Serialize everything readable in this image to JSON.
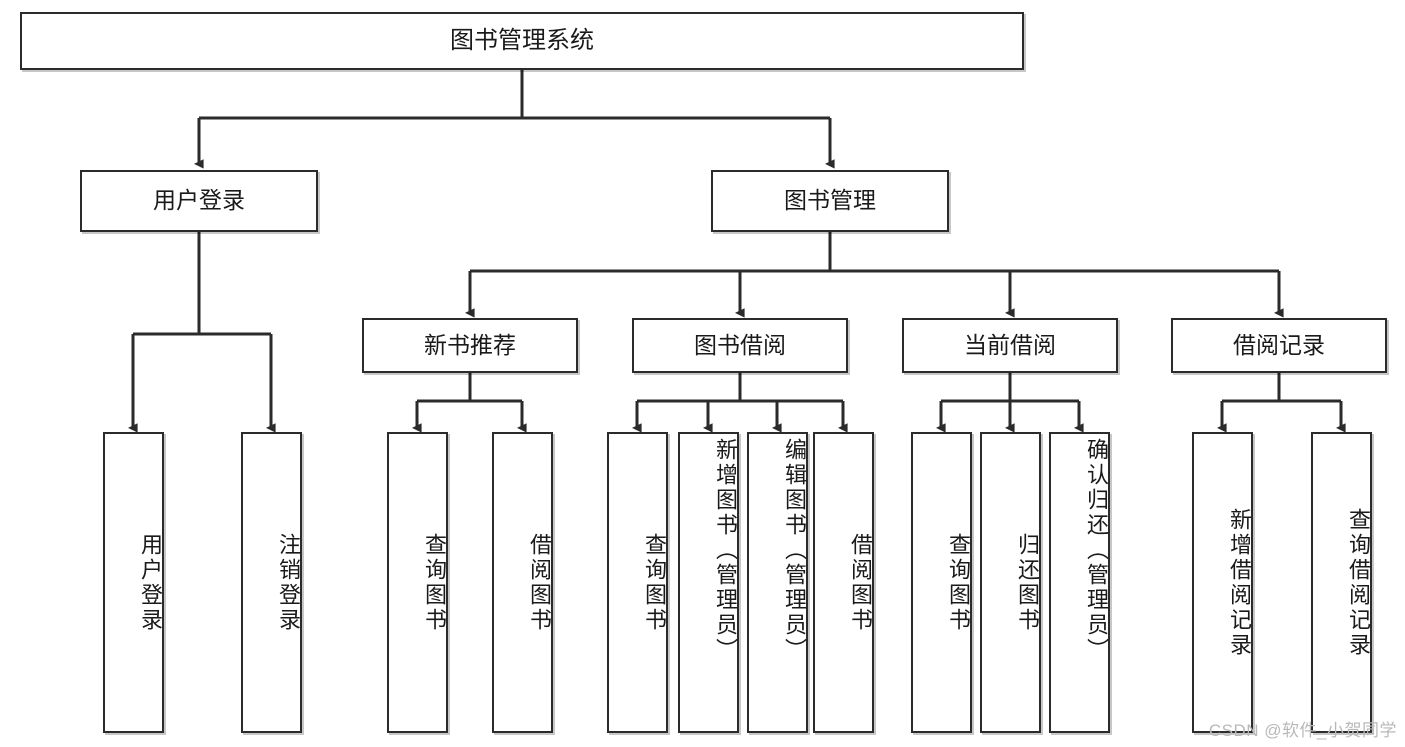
{
  "diagram": {
    "title": "图书管理系统",
    "type": "tree-hierarchy-chart",
    "watermark": "CSDN @软件_小贺同学",
    "colors": {
      "stroke": "#2b2b2b",
      "fill": "#ffffff",
      "text": "#1a1a1a",
      "watermark": "#b9b9b9"
    },
    "nodes": {
      "root": {
        "label": "图书管理系统",
        "orientation": "horizontal"
      },
      "level1": [
        {
          "id": "user-login",
          "label": "用户登录",
          "orientation": "horizontal"
        },
        {
          "id": "book-manage",
          "label": "图书管理",
          "orientation": "horizontal"
        }
      ],
      "level2": [
        {
          "id": "new-book-recommend",
          "label": "新书推荐",
          "orientation": "horizontal"
        },
        {
          "id": "book-borrow",
          "label": "图书借阅",
          "orientation": "horizontal"
        },
        {
          "id": "current-borrow",
          "label": "当前借阅",
          "orientation": "horizontal"
        },
        {
          "id": "borrow-record",
          "label": "借阅记录",
          "orientation": "horizontal"
        }
      ],
      "leaves": [
        {
          "id": "leaf-user-login",
          "label": "用户登录",
          "parent": "user-login",
          "orientation": "vertical"
        },
        {
          "id": "leaf-logout-login",
          "label": "注销登录",
          "parent": "user-login",
          "orientation": "vertical"
        },
        {
          "id": "leaf-query-book-1",
          "label": "查询图书",
          "parent": "new-book-recommend",
          "orientation": "vertical"
        },
        {
          "id": "leaf-borrow-book-1",
          "label": "借阅图书",
          "parent": "new-book-recommend",
          "orientation": "vertical"
        },
        {
          "id": "leaf-query-book-2",
          "label": "查询图书",
          "parent": "book-borrow",
          "orientation": "vertical"
        },
        {
          "id": "leaf-add-book",
          "label": "新增图书（管理员）",
          "parent": "book-borrow",
          "orientation": "vertical"
        },
        {
          "id": "leaf-edit-book",
          "label": "编辑图书（管理员）",
          "parent": "book-borrow",
          "orientation": "vertical"
        },
        {
          "id": "leaf-borrow-book-2",
          "label": "借阅图书",
          "parent": "book-borrow",
          "orientation": "vertical"
        },
        {
          "id": "leaf-query-book-3",
          "label": "查询图书",
          "parent": "current-borrow",
          "orientation": "vertical"
        },
        {
          "id": "leaf-return-book",
          "label": "归还图书",
          "parent": "current-borrow",
          "orientation": "vertical"
        },
        {
          "id": "leaf-confirm-return",
          "label": "确认归还（管理员）",
          "parent": "current-borrow",
          "orientation": "vertical"
        },
        {
          "id": "leaf-add-record",
          "label": "新增借阅记录",
          "parent": "borrow-record",
          "orientation": "vertical"
        },
        {
          "id": "leaf-query-record",
          "label": "查询借阅记录",
          "parent": "borrow-record",
          "orientation": "vertical"
        }
      ]
    }
  }
}
